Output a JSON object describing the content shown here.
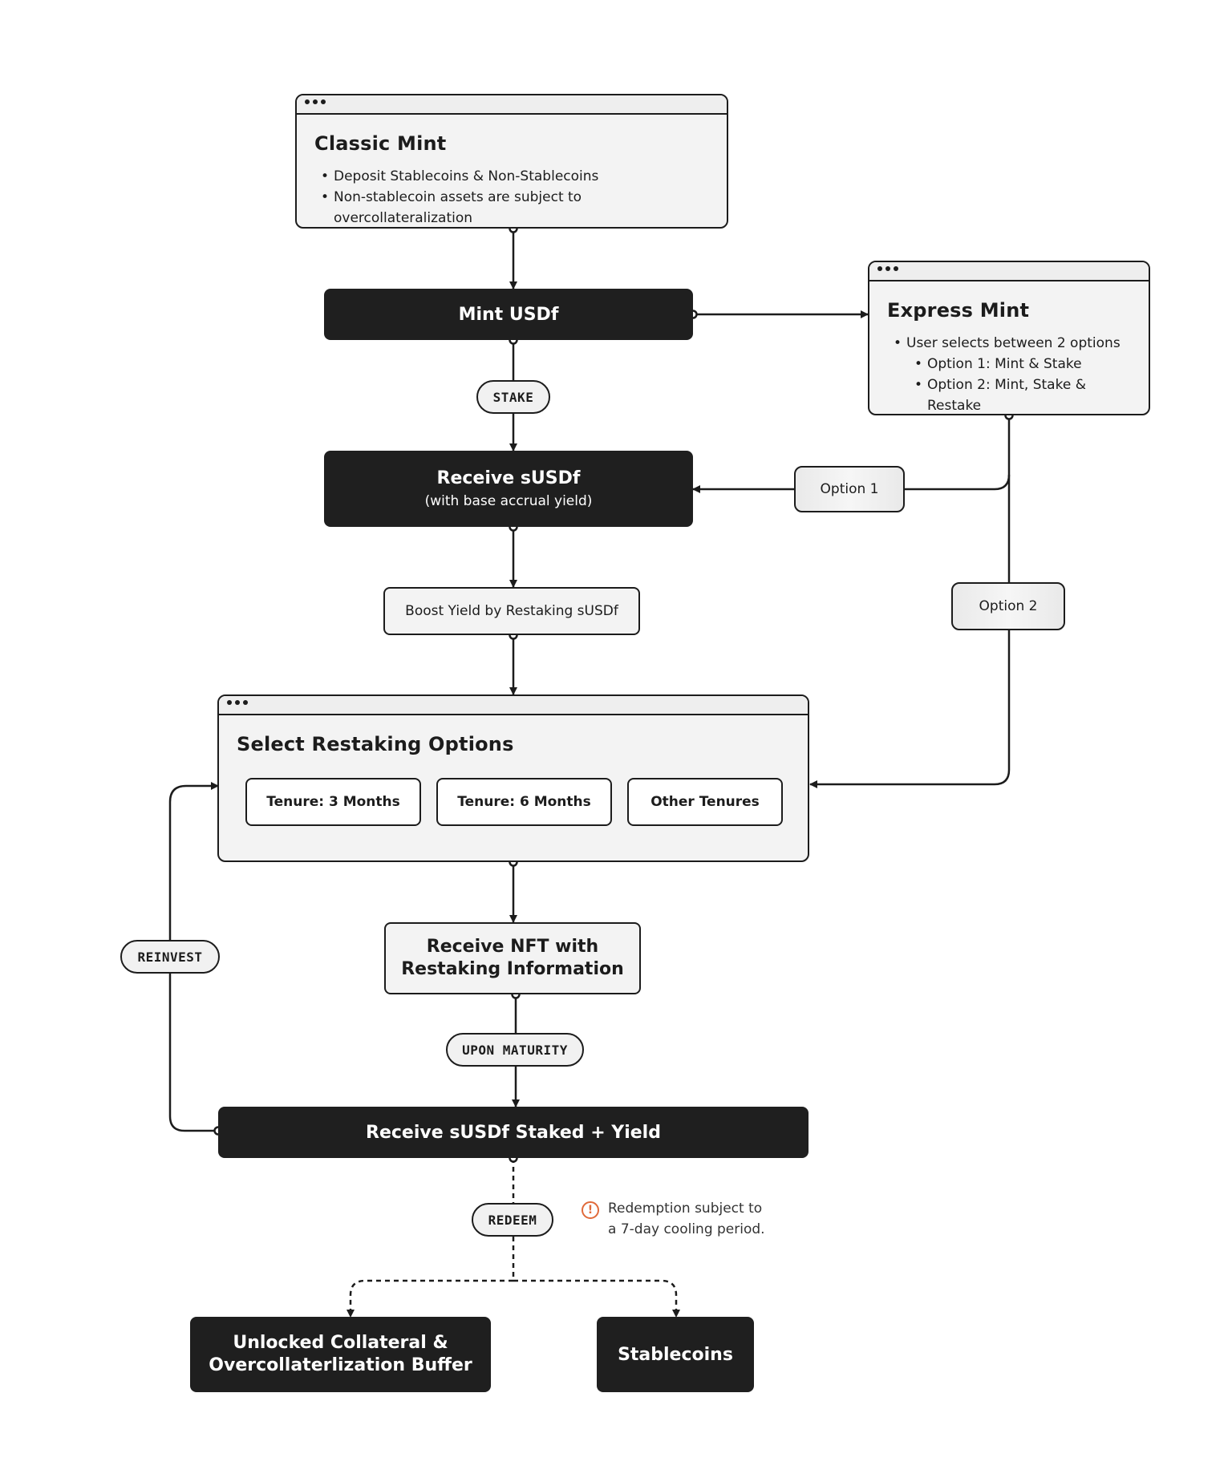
{
  "classic_mint": {
    "title": "Classic Mint",
    "bullets": [
      "Deposit Stablecoins & Non-Stablecoins",
      "Non-stablecoin assets are subject to overcollateralization"
    ]
  },
  "mint_usdf": {
    "label": "Mint USDf"
  },
  "express_mint": {
    "title": "Express Mint",
    "bullet": "User selects between 2 options",
    "sub_bullets": [
      "Option 1: Mint & Stake",
      "Option 2: Mint, Stake & Restake"
    ]
  },
  "stake_label": "STAKE",
  "receive_susdf": {
    "label": "Receive sUSDf",
    "sublabel": "(with base accrual yield)"
  },
  "option1_label": "Option 1",
  "option2_label": "Option 2",
  "boost_yield": {
    "label": "Boost Yield by Restaking sUSDf"
  },
  "restaking_options": {
    "title": "Select Restaking Options",
    "tenures": [
      "Tenure: 3 Months",
      "Tenure: 6 Months",
      "Other Tenures"
    ]
  },
  "receive_nft": {
    "line1": "Receive NFT with",
    "line2": "Restaking Information"
  },
  "reinvest_label": "REINVEST",
  "upon_maturity_label": "UPON MATURITY",
  "receive_staked_yield": {
    "label": "Receive sUSDf Staked + Yield"
  },
  "redeem_label": "REDEEM",
  "redemption_note": {
    "line1": "Redemption subject to",
    "line2": "a 7-day cooling period.",
    "icon": "warning-circle-icon",
    "icon_color": "#e06a3a"
  },
  "unlocked_collateral": {
    "line1": "Unlocked Collateral &",
    "line2": "Overcollaterlization Buffer"
  },
  "stablecoins": {
    "label": "Stablecoins"
  }
}
